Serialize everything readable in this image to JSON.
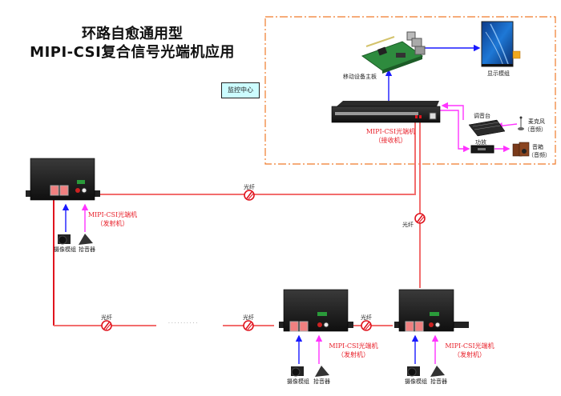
{
  "title": {
    "line1": "环路自愈通用型",
    "line2": "MIPI-CSI复合信号光端机应用"
  },
  "monitor_center": {
    "label": "监控中心",
    "border_color": "#f07b2b",
    "fill_color": "#ccfcff"
  },
  "control_room": {
    "mainboard_label": "移动设备主板",
    "display_label": "显示模组",
    "receiver": {
      "line1": "MIPI-CSI光端机",
      "line2": "（接收机）"
    },
    "mixer_label": "调音台",
    "microphone_label_1": "麦克风",
    "microphone_label_2": "（音频）",
    "amplifier_label": "功放",
    "speaker_label_1": "音箱",
    "speaker_label_2": "（音频）"
  },
  "transmitters": [
    {
      "line1": "MIPI-CSI光端机",
      "line2": "（发射机）",
      "camera_label": "摄像模组",
      "pickup_label": "拾音器"
    },
    {
      "line1": "MIPI-CSI光端机",
      "line2": "（发射机）",
      "camera_label": "摄像模组",
      "pickup_label": "拾音器"
    },
    {
      "line1": "MIPI-CSI光端机",
      "line2": "（发射机）",
      "camera_label": "摄像模组",
      "pickup_label": "拾音器"
    }
  ],
  "fiber_label": "光纤",
  "ellipsis": "· · · · · · · · · ·",
  "colors": {
    "fiber": "#f26d6d",
    "fiber_dark": "#e0141e",
    "video": "#1a1aff",
    "audio": "#ff33ff",
    "receiver_text": "#e8202a"
  }
}
